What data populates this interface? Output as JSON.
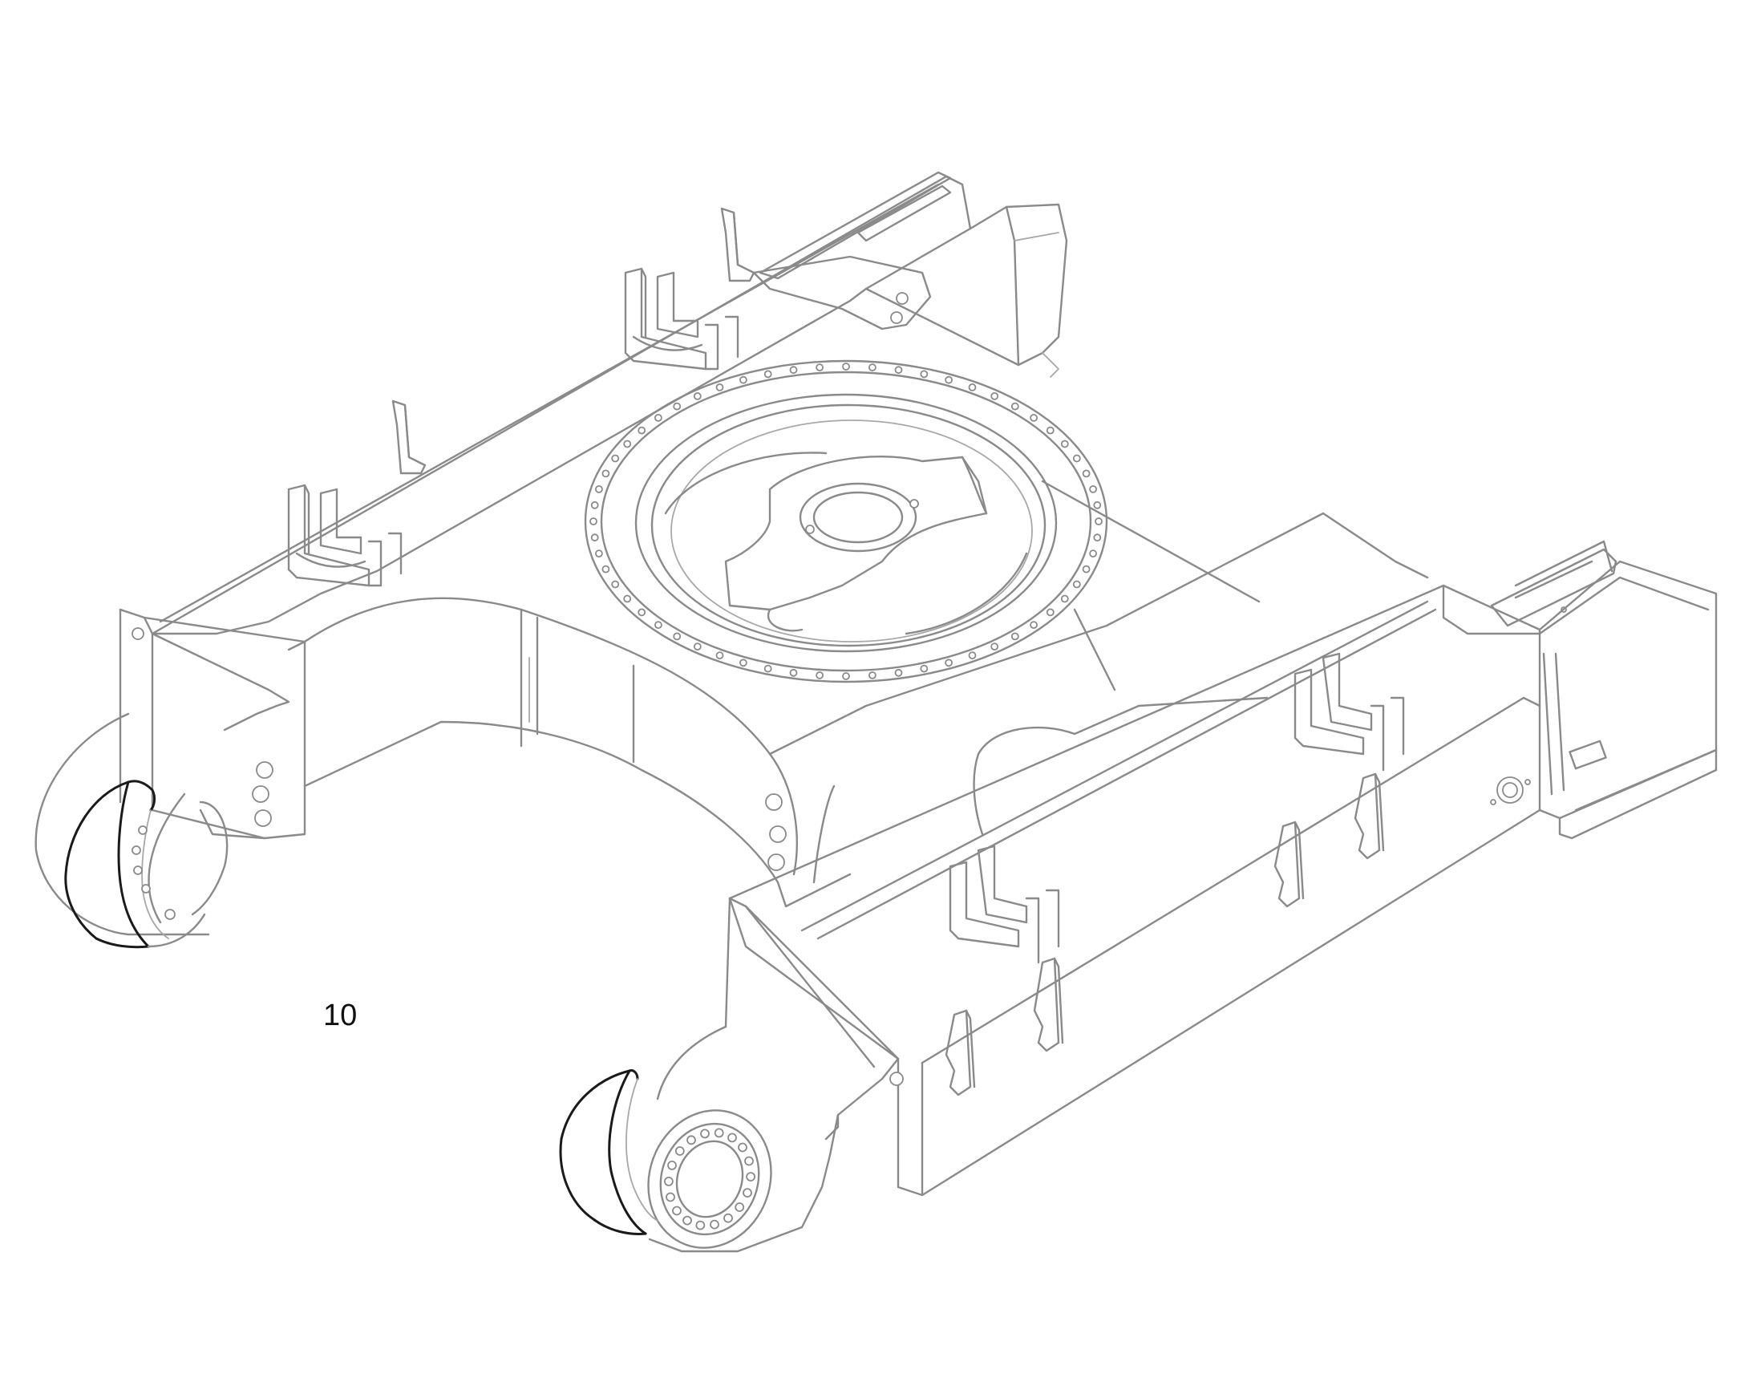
{
  "diagram": {
    "callouts": [
      {
        "label": "10"
      }
    ],
    "parts": [
      {
        "part": "undercarriage-frame"
      },
      {
        "part": "slewing-ring"
      },
      {
        "part": "idler-wheel-left"
      },
      {
        "part": "idler-wheel-right"
      },
      {
        "part": "track-guide-brackets"
      }
    ],
    "colors": {
      "line": "#8a8a8a",
      "highlight": "#1a1a1a",
      "background": "#ffffff"
    }
  }
}
